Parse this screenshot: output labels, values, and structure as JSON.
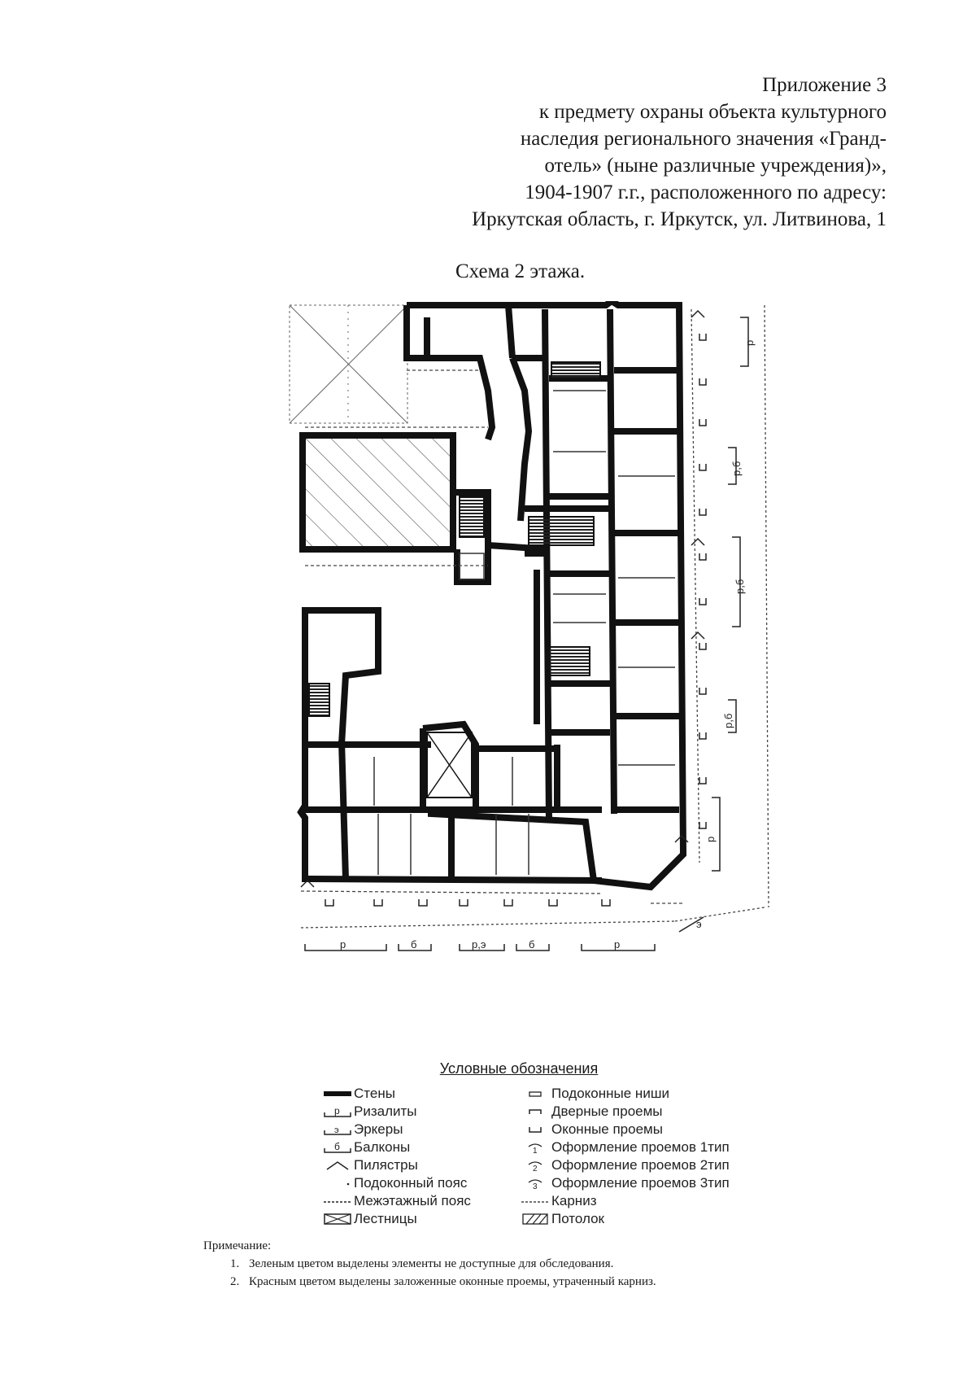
{
  "header": {
    "lines": [
      "Приложение 3",
      "к предмету охраны объекта культурного",
      "наследия регионального значения «Гранд-",
      "отель» (ныне различные учреждения)»,",
      "1904-1907 г.г., расположенного по адресу:",
      "Иркутская область, г. Иркутск, ул. Литвинова, 1"
    ]
  },
  "scheme_title": "Схема 2 этажа.",
  "plan_labels": {
    "bottom": [
      "р",
      "б",
      "р,э",
      "б",
      "р"
    ],
    "right": [
      "р",
      "р,б",
      "р,б",
      "р,б",
      "р"
    ],
    "corner": "э"
  },
  "legend": {
    "title": "Условные обозначения",
    "left": [
      {
        "symbol": "wall-icon",
        "label": "Стены"
      },
      {
        "symbol": "risalit-icon",
        "label": "Ризалиты",
        "glyph": "р"
      },
      {
        "symbol": "erker-icon",
        "label": "Эркеры",
        "glyph": "э"
      },
      {
        "symbol": "balcony-icon",
        "label": "Балконы",
        "glyph": "б"
      },
      {
        "symbol": "pilaster-icon",
        "label": "Пилястры"
      },
      {
        "symbol": "sill-belt-icon",
        "label": "Подоконный пояс"
      },
      {
        "symbol": "floor-belt-icon",
        "label": "Межэтажный пояс"
      },
      {
        "symbol": "stairs-icon",
        "label": "Лестницы"
      }
    ],
    "right": [
      {
        "symbol": "sill-niche-icon",
        "label": "Подоконные ниши"
      },
      {
        "symbol": "door-opening-icon",
        "label": "Дверные проемы"
      },
      {
        "symbol": "window-opening-icon",
        "label": "Оконные проемы"
      },
      {
        "symbol": "opening-type-icon",
        "label": "Оформление проемов 1тип",
        "glyph": "1"
      },
      {
        "symbol": "opening-type-icon",
        "label": "Оформление проемов 2тип",
        "glyph": "2"
      },
      {
        "symbol": "opening-type-icon",
        "label": "Оформление проемов 3тип",
        "glyph": "3"
      },
      {
        "symbol": "cornice-icon",
        "label": "Карниз"
      },
      {
        "symbol": "ceiling-icon",
        "label": "Потолок"
      }
    ]
  },
  "note": {
    "title": "Примечание:",
    "items": [
      "Зеленым цветом выделены элементы не доступные для обследования.",
      "Красным цветом выделены заложенные оконные проемы, утраченный карниз."
    ]
  }
}
